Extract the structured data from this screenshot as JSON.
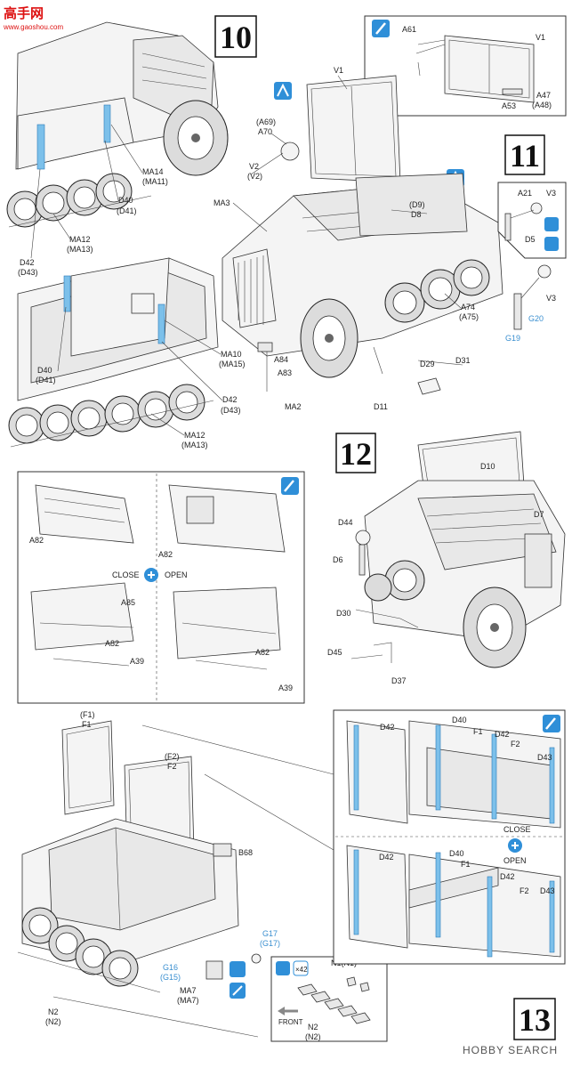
{
  "watermark": {
    "brand": "高手网",
    "url": "www.gaoshou.com"
  },
  "footer": {
    "brand": "HOBBY SEARCH"
  },
  "steps": {
    "s10": "10",
    "s11": "11",
    "s12": "12",
    "s13": "13"
  },
  "step10": {
    "upper_labels": [
      "MA14",
      "(MA11)",
      "D40",
      "(D41)",
      "D42",
      "(D43)",
      "MA12",
      "(MA13)"
    ],
    "lower_labels": [
      "D40",
      "(D41)",
      "MA10",
      "(MA15)",
      "D42",
      "(D43)",
      "MA12",
      "(MA13)"
    ]
  },
  "step11": {
    "inset": [
      "A61",
      "V1",
      "A47",
      "(A48)",
      "A53"
    ],
    "main": [
      "V1",
      "(A69)",
      "A70",
      "V2",
      "(V2)",
      "MA3",
      "(D9)",
      "D8",
      "A74",
      "(A75)",
      "A84",
      "A83",
      "MA2",
      "D29",
      "D31",
      "D11"
    ],
    "mirror": [
      "A21",
      "V3",
      "D5",
      "V3",
      "G20",
      "G19"
    ]
  },
  "step12": {
    "main": [
      "D10",
      "D7",
      "D44",
      "D6",
      "D30",
      "D45",
      "D37"
    ],
    "inset": [
      "A82",
      "A82",
      "A85",
      "A82",
      "A39",
      "A82",
      "A39"
    ],
    "close": "CLOSE",
    "open": "OPEN"
  },
  "step13": {
    "main": [
      "(F1)",
      "F1",
      "(F2)",
      "F2",
      "B68",
      "G17",
      "(G17)",
      "G16",
      "(G15)",
      "MA7",
      "(MA7)",
      "N2",
      "(N2)"
    ],
    "track": [
      "N1(N1)",
      "FRONT",
      "N2",
      "(N2)",
      "×42"
    ],
    "close_inset": [
      "D42",
      "D40",
      "F1",
      "D42",
      "F2",
      "D43"
    ],
    "open_inset": [
      "D42",
      "D40",
      "F1",
      "D42",
      "F2",
      "D43"
    ],
    "close": "CLOSE",
    "open": "OPEN"
  }
}
